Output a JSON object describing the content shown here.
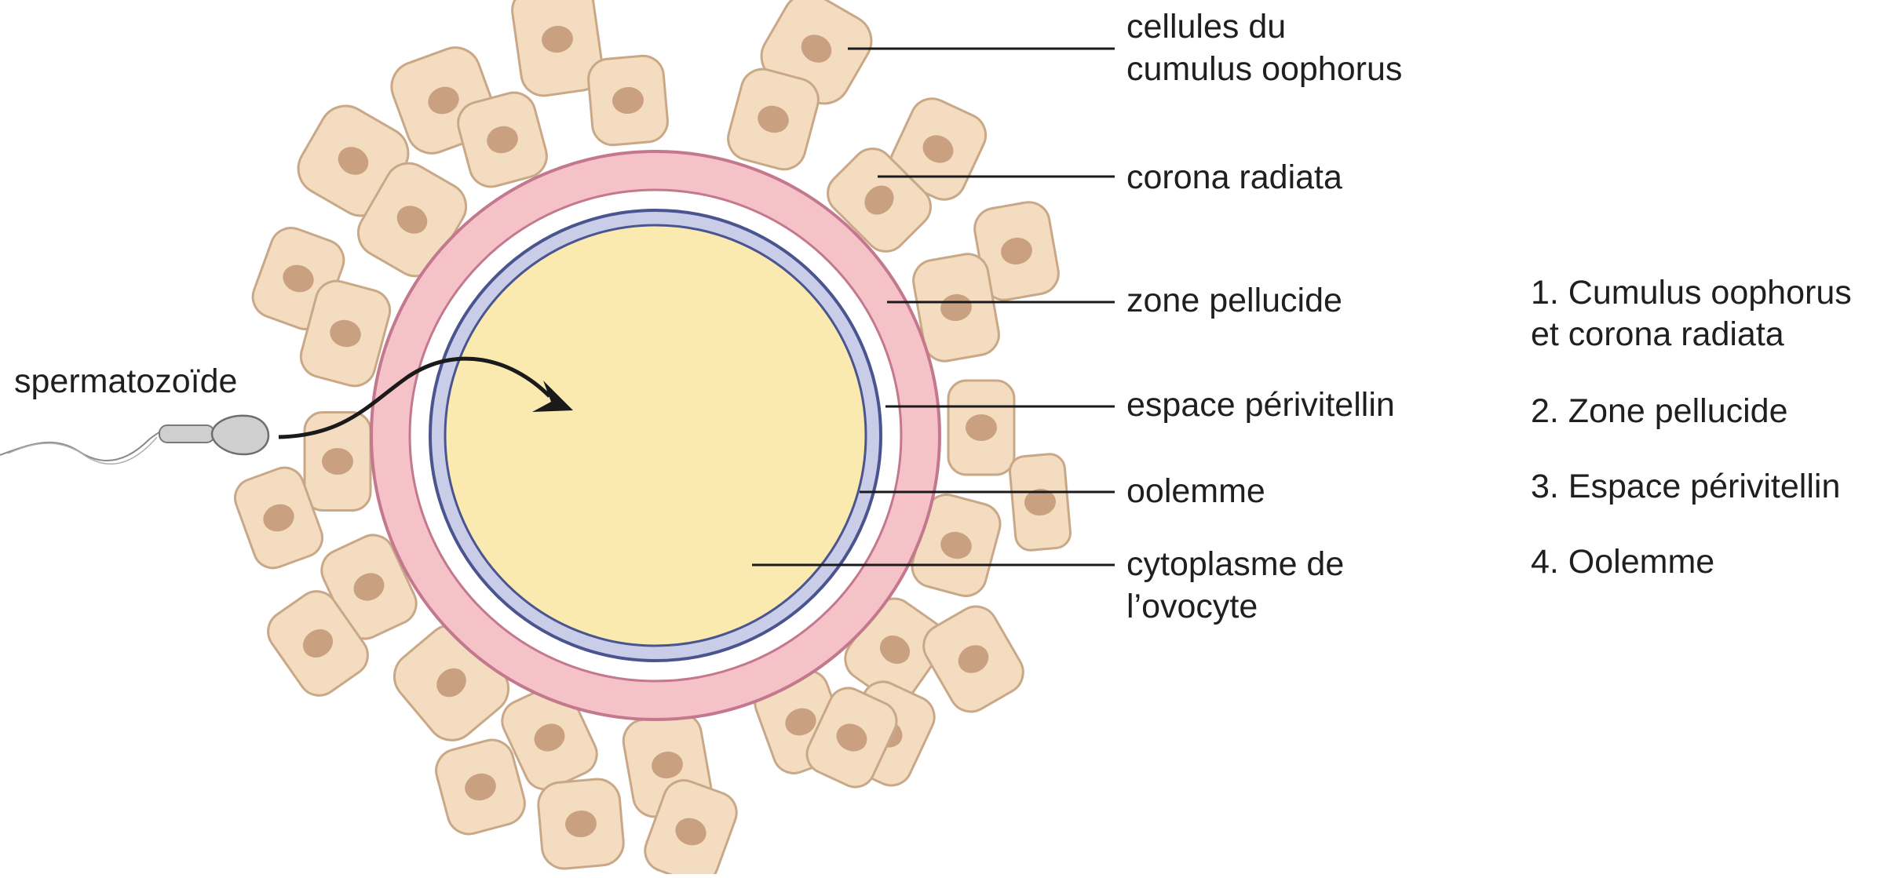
{
  "colors": {
    "cell_fill": "#f3dcc0",
    "cell_stroke": "#c9a888",
    "nucleus": "#c9a181",
    "zona_fill": "#f5c2c8",
    "zona_stroke": "#c4788e",
    "membrane_fill": "#c9cde8",
    "membrane_stroke": "#4a5590",
    "cytoplasm": "#fbeab0",
    "line": "#1a1a1a",
    "sperm": "#cfcfcf"
  },
  "sperm_label": "spermatozoïde",
  "labels": [
    {
      "name": "label-cumulus-oophorus",
      "lines": [
        "cellules du",
        "cumulus oophorus"
      ]
    },
    {
      "name": "label-corona-radiata",
      "lines": [
        "corona radiata"
      ]
    },
    {
      "name": "label-zone-pellucide",
      "lines": [
        "zone pellucide"
      ]
    },
    {
      "name": "label-espace-perivitellin",
      "lines": [
        "espace périvitellin"
      ]
    },
    {
      "name": "label-oolemme",
      "lines": [
        "oolemme"
      ]
    },
    {
      "name": "label-cytoplasme",
      "lines": [
        "cytoplasme de",
        "l’ovocyte"
      ]
    }
  ],
  "legend": [
    {
      "lines": [
        "1. Cumulus oophorus",
        "et corona radiata"
      ]
    },
    {
      "lines": [
        "2. Zone pellucide"
      ]
    },
    {
      "lines": [
        "3. Espace périvitellin"
      ]
    },
    {
      "lines": [
        "4. Oolemme"
      ]
    }
  ]
}
